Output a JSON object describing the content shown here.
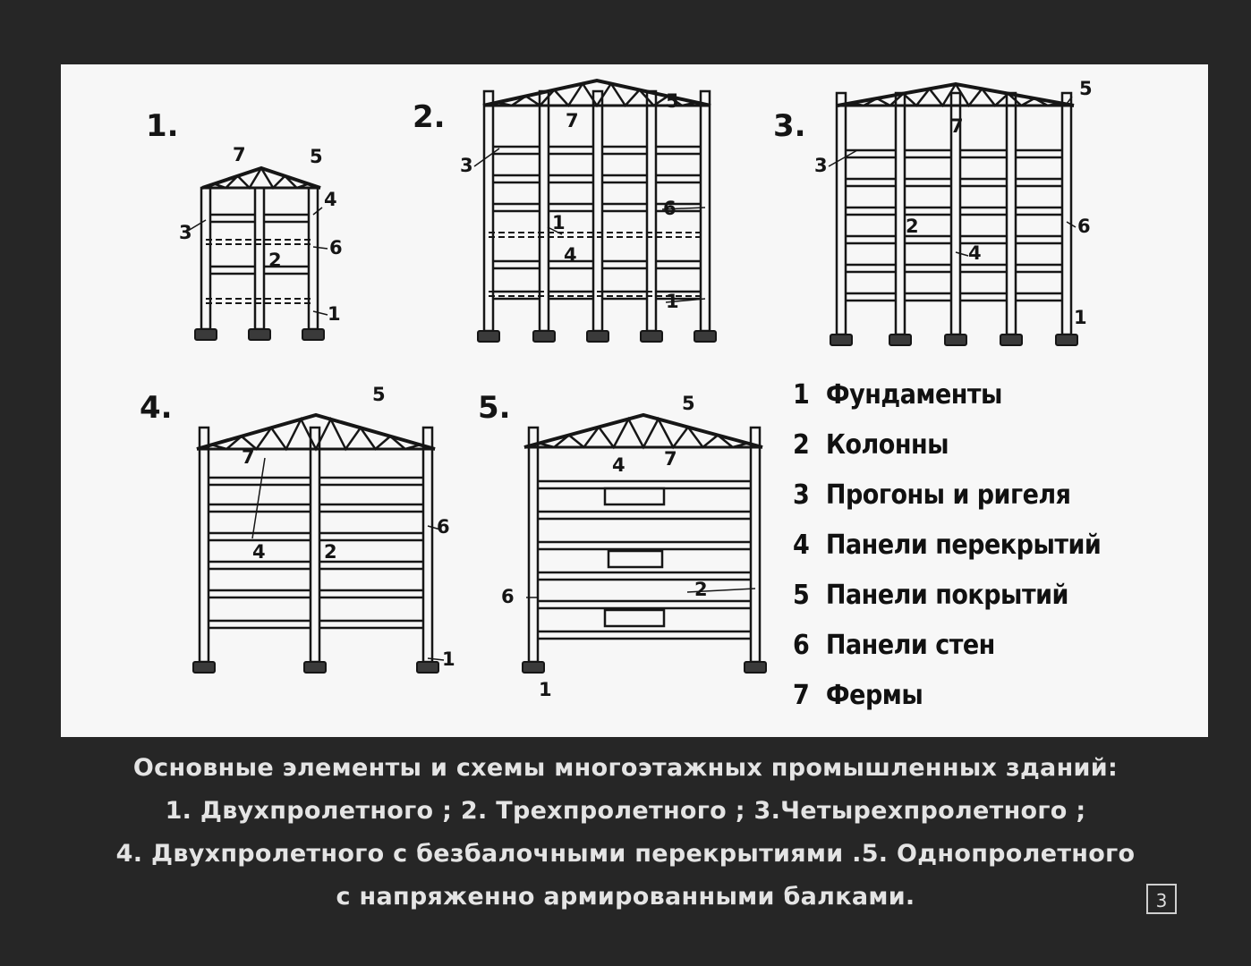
{
  "schemes": [
    {
      "number": "1."
    },
    {
      "number": "2."
    },
    {
      "number": "3."
    },
    {
      "number": "4."
    },
    {
      "number": "5."
    }
  ],
  "tags": {
    "t1": "1",
    "t2": "2",
    "t3": "3",
    "t4": "4",
    "t5": "5",
    "t6": "6",
    "t7": "7"
  },
  "legend": [
    {
      "num": "1",
      "text": "Фундаменты"
    },
    {
      "num": "2",
      "text": "Колонны"
    },
    {
      "num": "3",
      "text": "Прогоны и ригеля"
    },
    {
      "num": "4",
      "text": "Панели перекрытий"
    },
    {
      "num": "5",
      "text": "Панели покрытий"
    },
    {
      "num": "6",
      "text": "Панели стен"
    },
    {
      "num": "7",
      "text": "Фермы"
    }
  ],
  "caption": {
    "line1": "Основные элементы и схемы многоэтажных промышленных зданий:",
    "line2": "1. Двухпролетного ; 2. Трехпролетного ; 3.Четырехпролетного ;",
    "line3": "4. Двухпролетного с безбалочными перекрытиями .5. Однопролетного",
    "line4": "с напряженно армированными балками."
  },
  "slide_number": "3"
}
